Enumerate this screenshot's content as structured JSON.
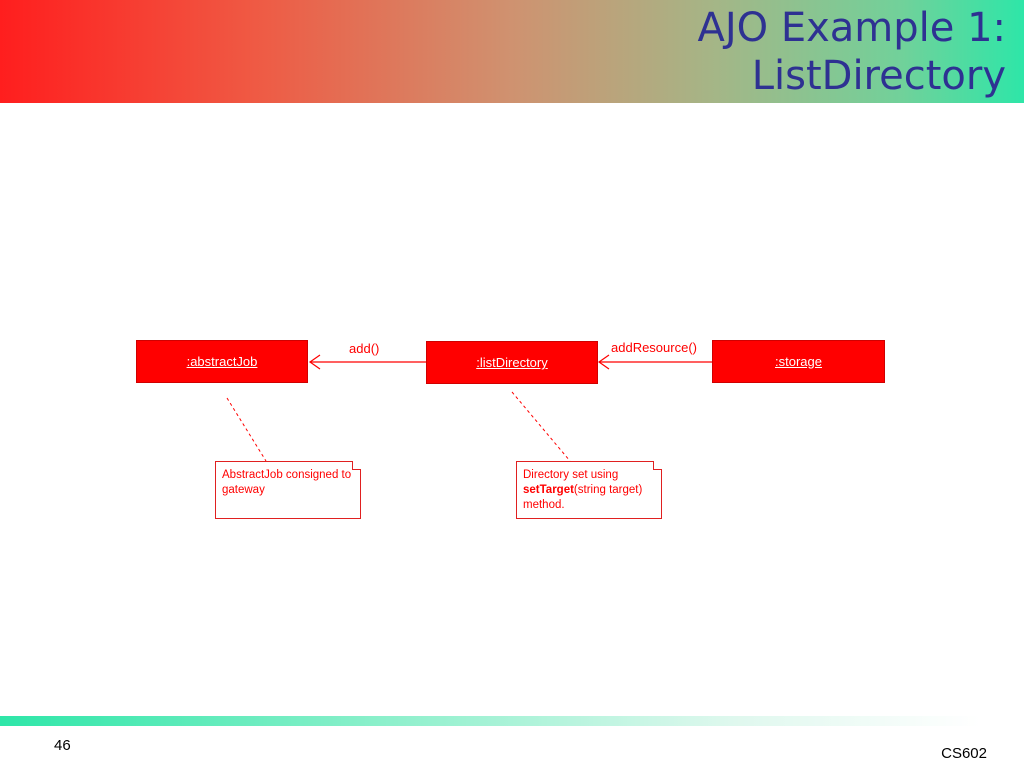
{
  "slide": {
    "title_line1": "AJO Example 1:",
    "title_line2": "ListDirectory",
    "page_number": "46",
    "course": "CS602"
  },
  "diagram": {
    "objects": {
      "abstract_job": ":abstractJob",
      "list_directory": ":listDirectory",
      "storage": ":storage"
    },
    "messages": {
      "add": "add()",
      "add_resource": "addResource()"
    },
    "notes": {
      "abstract_job_note": "AbstractJob consigned to gateway",
      "directory_note_prefix": "Directory set using ",
      "directory_note_bold": "setTarget",
      "directory_note_suffix": "(string target) method."
    }
  },
  "colors": {
    "accent": "#ff0000",
    "title": "#2e3192"
  }
}
